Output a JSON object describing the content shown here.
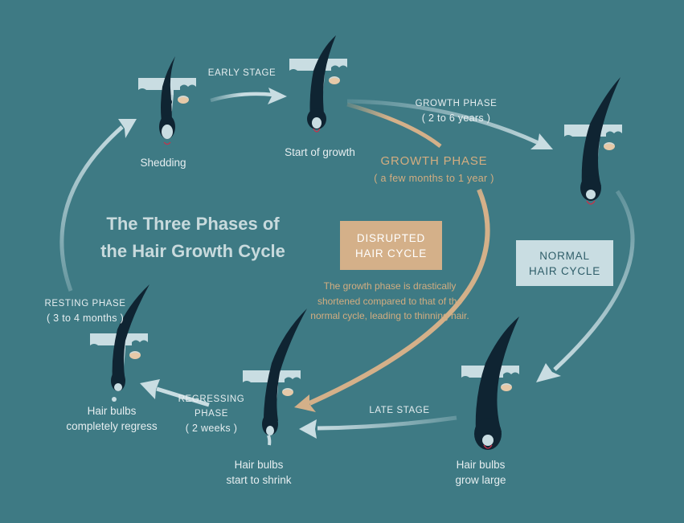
{
  "title_line1": "The Three Phases of",
  "title_line2": "the Hair Growth Cycle",
  "colors": {
    "background": "#3e7a84",
    "cycle_arrow": "#c9dde2",
    "disrupted_arrow": "#d4b089",
    "skin": "#c9dde2",
    "hair": "#0f2432"
  },
  "stages": {
    "shedding": "Shedding",
    "start": "Start of growth",
    "grow_large": [
      "Hair bulbs",
      "grow large"
    ],
    "shrink": [
      "Hair bulbs",
      "start to shrink"
    ],
    "regress": [
      "Hair bulbs",
      "completely regress"
    ]
  },
  "arrows": {
    "early": "EARLY STAGE",
    "growth": "GROWTH PHASE",
    "growth_duration": "( 2 to 6 years )",
    "late": "LATE STAGE",
    "regressing": [
      "REGRESSING",
      "PHASE"
    ],
    "regressing_duration": "( 2 weeks )",
    "resting": "RESTING PHASE",
    "resting_duration": "( 3 to 4 months )"
  },
  "disrupted": {
    "phase": "GROWTH PHASE",
    "duration": "( a few months to 1 year )",
    "box": "DISRUPTED\nHAIR CYCLE",
    "note": "The growth phase is drastically shortened compared to that of the normal cycle, leading to thinning hair."
  },
  "normal_box": "NORMAL\nHAIR CYCLE"
}
